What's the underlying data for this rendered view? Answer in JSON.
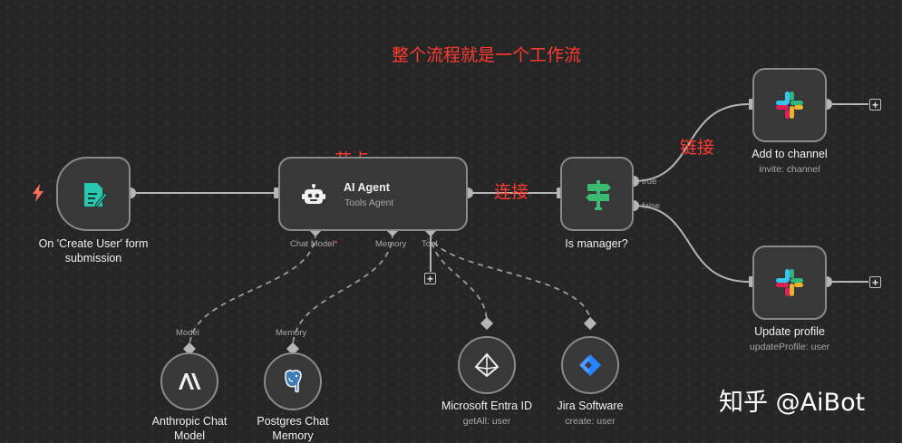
{
  "annotations": {
    "title": "整个流程就是一个工作流",
    "node": "节点",
    "connect": "连接",
    "link": "链接"
  },
  "nodes": {
    "trigger": {
      "label_line1": "On 'Create User' form",
      "label_line2": "submission"
    },
    "agent": {
      "title": "AI Agent",
      "subtitle": "Tools Agent",
      "ports": {
        "chat_model": "Chat Model",
        "chat_model_required": "*",
        "memory": "Memory",
        "tool": "Tool"
      }
    },
    "manager": {
      "label": "Is manager?",
      "ports": {
        "true": "true",
        "false": "false"
      }
    },
    "add_channel": {
      "label": "Add to channel",
      "sublabel": "invite: channel"
    },
    "update_profile": {
      "label": "Update profile",
      "sublabel": "updateProfile: user"
    },
    "anthropic": {
      "port": "Model",
      "label_line1": "Anthropic Chat",
      "label_line2": "Model"
    },
    "postgres": {
      "port": "Memory",
      "label_line1": "Postgres Chat",
      "label_line2": "Memory"
    },
    "entra": {
      "label": "Microsoft Entra ID",
      "sublabel": "getAll: user"
    },
    "jira": {
      "label": "Jira Software",
      "sublabel": "create: user"
    }
  },
  "icons": {
    "trigger": "lightning-bolt-icon",
    "form": "form-icon",
    "agent": "robot-icon",
    "manager": "signpost-icon",
    "slack": "slack-icon",
    "anthropic": "anthropic-icon",
    "postgres": "postgres-elephant-icon",
    "entra": "entra-id-icon",
    "jira": "jira-icon",
    "add": "plus-icon"
  },
  "colors": {
    "background": "#262626",
    "node_fill": "#383838",
    "node_border": "#8a8a8a",
    "connector": "#b5b5b5",
    "annotation": "#ff3b30",
    "trigger_bolt": "#ff6d5a",
    "form_icon": "#26c6b0",
    "signpost": "#3dba72",
    "jira": "#2684ff",
    "slack_blue": "#36c5f0",
    "slack_green": "#2eb67d",
    "slack_yellow": "#ecb22e",
    "slack_red": "#e01e5a"
  },
  "watermark": "知乎 @AiBot"
}
